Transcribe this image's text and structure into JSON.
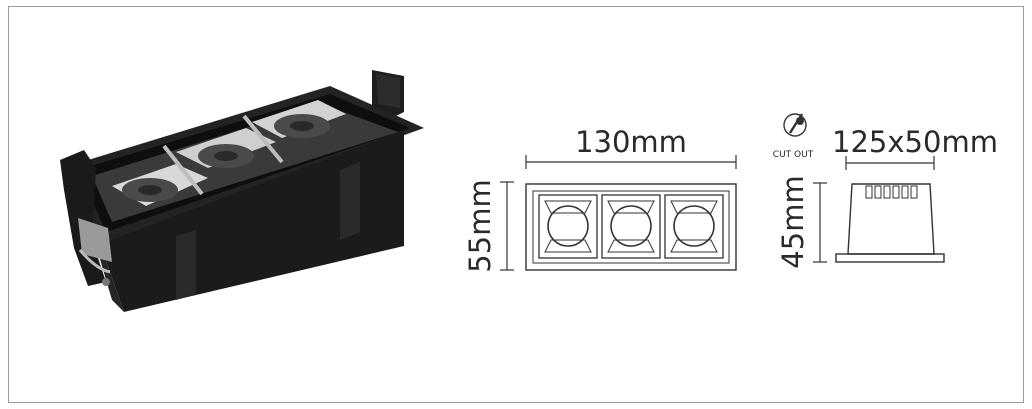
{
  "diagram": {
    "front_width_label": "130mm",
    "front_height_label": "55mm",
    "cutout_caption": "CUT OUT",
    "cutout_size_label": "125x50mm",
    "side_height_label": "45mm"
  },
  "colors": {
    "frame_border": "#9a9a9a",
    "product_body": "#1b1b1b",
    "line_art": "#333333"
  }
}
